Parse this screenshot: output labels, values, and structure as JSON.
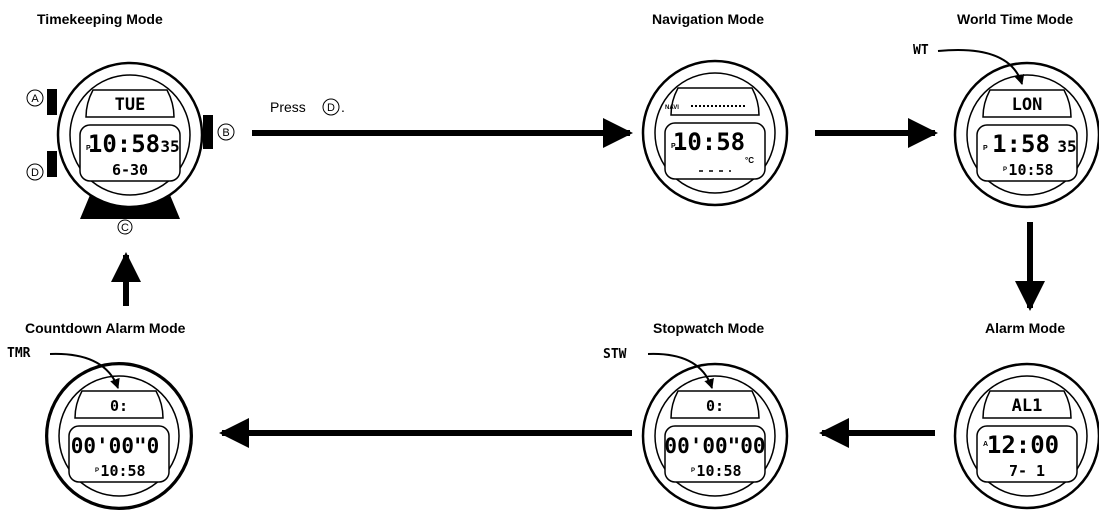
{
  "modes": {
    "timekeeping": {
      "title": "Timekeeping Mode",
      "day": "TUE",
      "time": "10:58",
      "seconds": "35",
      "date": "6-30",
      "pm": "P",
      "buttons": {
        "a": "A",
        "b": "B",
        "c": "C",
        "d": "D"
      }
    },
    "navigation": {
      "title": "Navigation Mode",
      "navi": "NAVI",
      "time": "10:58",
      "pm": "P",
      "temp_unit": "°C"
    },
    "world_time": {
      "title": "World Time Mode",
      "code": "WT",
      "city": "LON",
      "time": "1:58",
      "seconds": "35",
      "home_time": "10:58",
      "pm": "P",
      "pm2": "P"
    },
    "alarm": {
      "title": "Alarm Mode",
      "code": "AL1",
      "time": "12:00",
      "date": "7- 1",
      "am": "A"
    },
    "stopwatch": {
      "title": "Stopwatch Mode",
      "code": "STW",
      "top": "0:",
      "elapsed": "00'00\"00",
      "home_time": "10:58",
      "pm": "P"
    },
    "countdown": {
      "title": "Countdown Alarm Mode",
      "code": "TMR",
      "top": "0:",
      "remaining": "00'00\"0",
      "home_time": "10:58",
      "pm": "P"
    }
  },
  "instruction": "Press",
  "instruction_button": "D"
}
